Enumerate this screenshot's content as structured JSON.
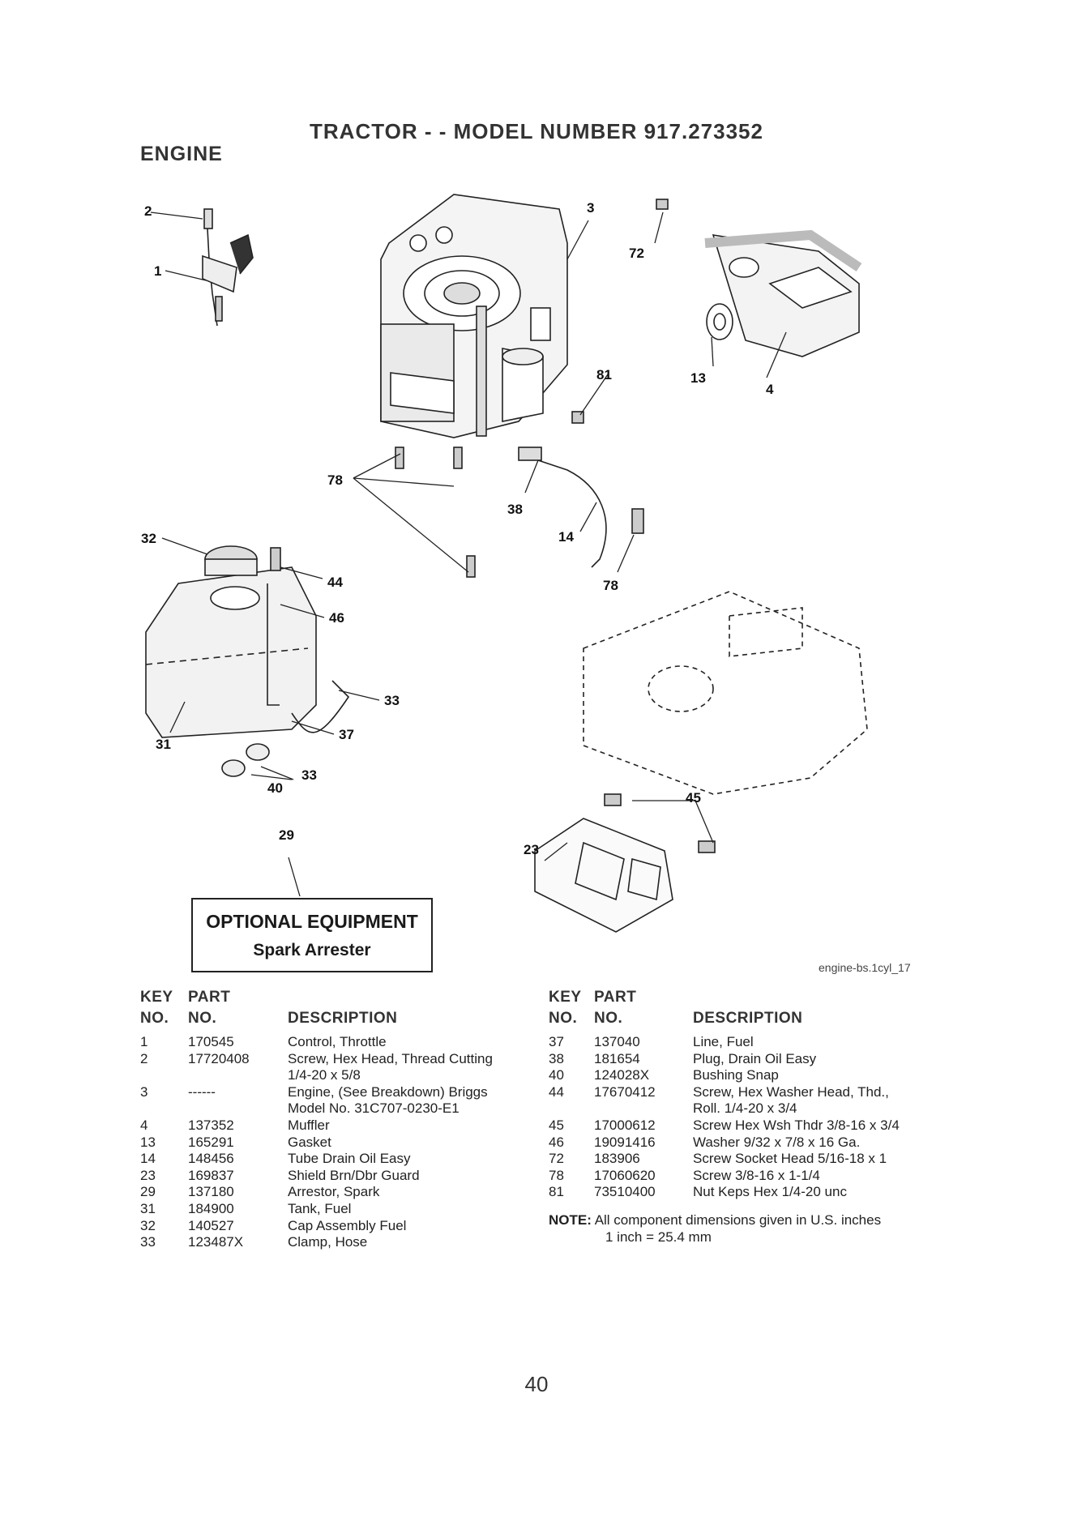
{
  "header": {
    "title": "TRACTOR - - MODEL NUMBER 917.273352",
    "section": "ENGINE"
  },
  "diagram": {
    "callouts": [
      "2",
      "1",
      "3",
      "72",
      "81",
      "13",
      "4",
      "78",
      "38",
      "14",
      "78",
      "32",
      "44",
      "46",
      "33",
      "37",
      "31",
      "33",
      "40",
      "45",
      "29",
      "23"
    ],
    "figure_ref": "engine-bs.1cyl_17"
  },
  "optional_box": {
    "line1": "OPTIONAL EQUIPMENT",
    "line2": "Spark Arrester"
  },
  "table_headers": {
    "key": "KEY",
    "no": "NO.",
    "part": "PART",
    "part_no": "NO.",
    "description": "DESCRIPTION"
  },
  "parts_left": [
    {
      "key": "1",
      "part": "170545",
      "desc": [
        "Control, Throttle"
      ]
    },
    {
      "key": "2",
      "part": "17720408",
      "desc": [
        "Screw, Hex Head, Thread Cutting",
        "1/4-20 x 5/8"
      ]
    },
    {
      "key": "3",
      "part": "------",
      "desc": [
        "Engine, (See Breakdown) Briggs",
        "Model No. 31C707-0230-E1"
      ]
    },
    {
      "key": "4",
      "part": "137352",
      "desc": [
        "Muffler"
      ]
    },
    {
      "key": "13",
      "part": "165291",
      "desc": [
        "Gasket"
      ]
    },
    {
      "key": "14",
      "part": "148456",
      "desc": [
        "Tube Drain Oil Easy"
      ]
    },
    {
      "key": "23",
      "part": "169837",
      "desc": [
        "Shield Brn/Dbr Guard"
      ]
    },
    {
      "key": "29",
      "part": "137180",
      "desc": [
        "Arrestor, Spark"
      ]
    },
    {
      "key": "31",
      "part": "184900",
      "desc": [
        "Tank, Fuel"
      ]
    },
    {
      "key": "32",
      "part": "140527",
      "desc": [
        "Cap Assembly Fuel"
      ]
    },
    {
      "key": "33",
      "part": "123487X",
      "desc": [
        "Clamp, Hose"
      ]
    }
  ],
  "parts_right": [
    {
      "key": "37",
      "part": "137040",
      "desc": [
        "Line, Fuel"
      ]
    },
    {
      "key": "38",
      "part": "181654",
      "desc": [
        "Plug, Drain Oil Easy"
      ]
    },
    {
      "key": "40",
      "part": "124028X",
      "desc": [
        "Bushing Snap"
      ]
    },
    {
      "key": "44",
      "part": "17670412",
      "desc": [
        "Screw, Hex Washer Head, Thd.,",
        "Roll. 1/4-20 x 3/4"
      ]
    },
    {
      "key": "45",
      "part": "17000612",
      "desc": [
        "Screw Hex Wsh Thdr 3/8-16 x 3/4"
      ]
    },
    {
      "key": "46",
      "part": "19091416",
      "desc": [
        "Washer 9/32 x 7/8 x 16 Ga."
      ]
    },
    {
      "key": "72",
      "part": "183906",
      "desc": [
        "Screw Socket Head 5/16-18 x 1"
      ]
    },
    {
      "key": "78",
      "part": "17060620",
      "desc": [
        "Screw 3/8-16 x 1-1/4"
      ]
    },
    {
      "key": "81",
      "part": "73510400",
      "desc": [
        "Nut Keps Hex 1/4-20 unc"
      ]
    }
  ],
  "note": {
    "label": "NOTE:",
    "line1": "All component dimensions given in U.S. inches",
    "line2": "1 inch = 25.4 mm"
  },
  "page_number": "40"
}
